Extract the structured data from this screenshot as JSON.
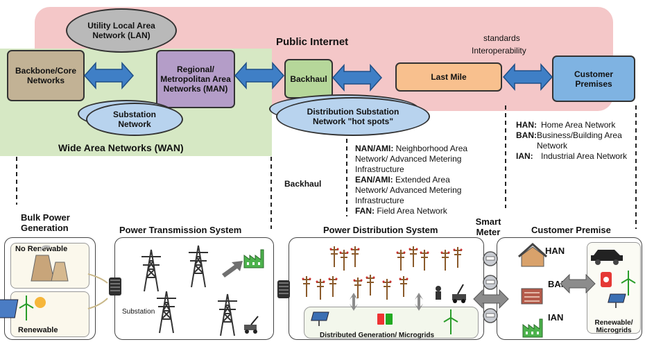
{
  "top": {
    "public_internet": "Public Internet",
    "standards": "standards",
    "interoperability": "Interoperability",
    "utility_lan": "Utility Local Area Network (LAN)",
    "backbone": "Backbone/Core Networks",
    "regional": "Regional/ Metropolitan Area Networks (MAN)",
    "substation_network": "Substation Network",
    "wan": "Wide Area Networks (WAN)",
    "backhaul": "Backhaul",
    "last_mile": "Last Mile",
    "customer_premises": "Customer Premises",
    "distribution_substation": "Distribution Substation Network \"hot spots\""
  },
  "middle": {
    "backhaul_label": "Backhaul",
    "nan_defs": [
      {
        "key": "NAN/AMI:",
        "value": "Neighborhood Area Network/ Advanced Metering Infrastructure"
      },
      {
        "key": "EAN/AMI:",
        "value": "Extended Area Network/ Advanced Metering Infrastructure"
      },
      {
        "key": "FAN:",
        "value": "Field Area Network"
      }
    ],
    "han_defs": [
      {
        "key": "HAN:",
        "value": "Home Area Network"
      },
      {
        "key": "BAN:",
        "value": "Business/Building Area Network"
      },
      {
        "key": "IAN:",
        "value": "Industrial Area Network"
      }
    ]
  },
  "bottom": {
    "bulk_power": "Bulk Power Generation",
    "transmission": "Power Transmission System",
    "distribution": "Power Distribution System",
    "smart_meter": "Smart Meter",
    "customer_premise": "Customer Premise",
    "no_renewable": "No Renewable",
    "renewable": "Renewable",
    "substation": "Substation",
    "distributed_generation": "Distributed Generation/ Microgrids",
    "han": "HAN",
    "ban": "BAN",
    "ian": "IAN",
    "renewable_microgrids": "Renewable/ Microgrids"
  },
  "colors": {
    "pink": "#f4c7c8",
    "green": "#d6e8c4",
    "backbone": "#c2b295",
    "regional": "#b49dc8",
    "backhaul": "#b6d79a",
    "last_mile": "#f8c08e",
    "customer": "#7fb3e2",
    "ellipse_blue": "#b8d3ee",
    "ellipse_grey": "#b9b9b9",
    "arrow": "#3f7fc6"
  },
  "icons": [
    "tower-icon",
    "factory-icon",
    "substation-transformer-icon",
    "utility-pole-icon",
    "house-icon",
    "car-icon",
    "wind-turbine-icon",
    "solar-panel-icon",
    "battery-icon",
    "smart-meter-icon"
  ]
}
